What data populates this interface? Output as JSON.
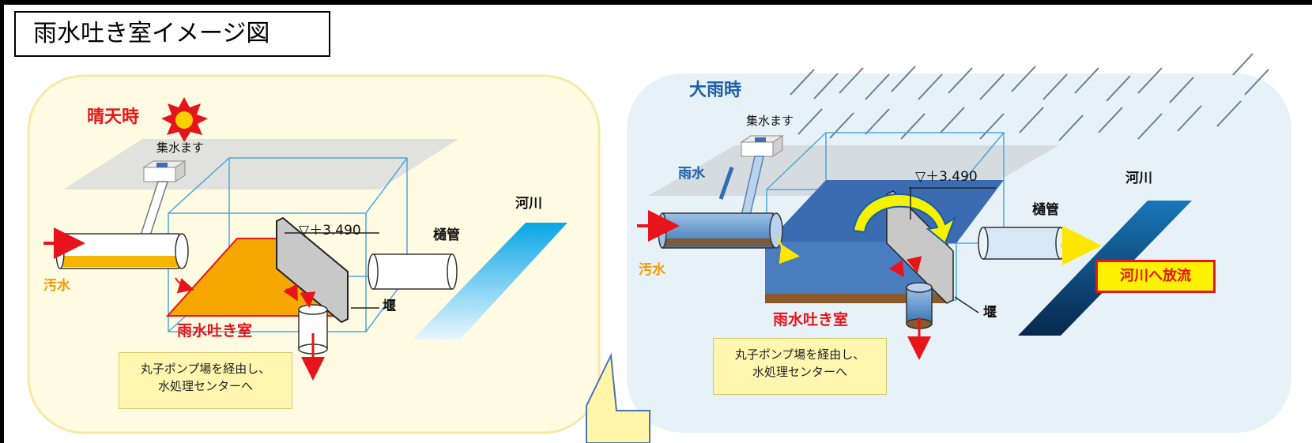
{
  "title": "雨水吐き室イメージ図",
  "left_panel": {
    "heading": "晴天時",
    "catch_basin": "集水ます",
    "river": "河川",
    "pipe": "樋管",
    "level": "▽＋3.490",
    "sewage": "汚水",
    "chamber": "雨水吐き室",
    "weir": "堰",
    "note_line1": "丸子ポンプ場を経由し、",
    "note_line2": "水処理センターへ"
  },
  "right_panel": {
    "heading": "大雨時",
    "catch_basin": "集水ます",
    "rain": "雨水",
    "level": "▽＋3.490",
    "river": "河川",
    "pipe": "樋管",
    "sewage": "汚水",
    "discharge": "河川へ放流",
    "chamber": "雨水吐き室",
    "weir": "堰",
    "note_line1": "丸子ポンプ場を経由し、",
    "note_line2": "水処理センターへ"
  },
  "colors": {
    "sewage_orange": "#f29a00",
    "heading_red": "#e8141b",
    "heading_blue": "#1c5ea8",
    "left_panel_bg": "#fffbe3",
    "right_panel_bg": "#e7f1f8"
  }
}
